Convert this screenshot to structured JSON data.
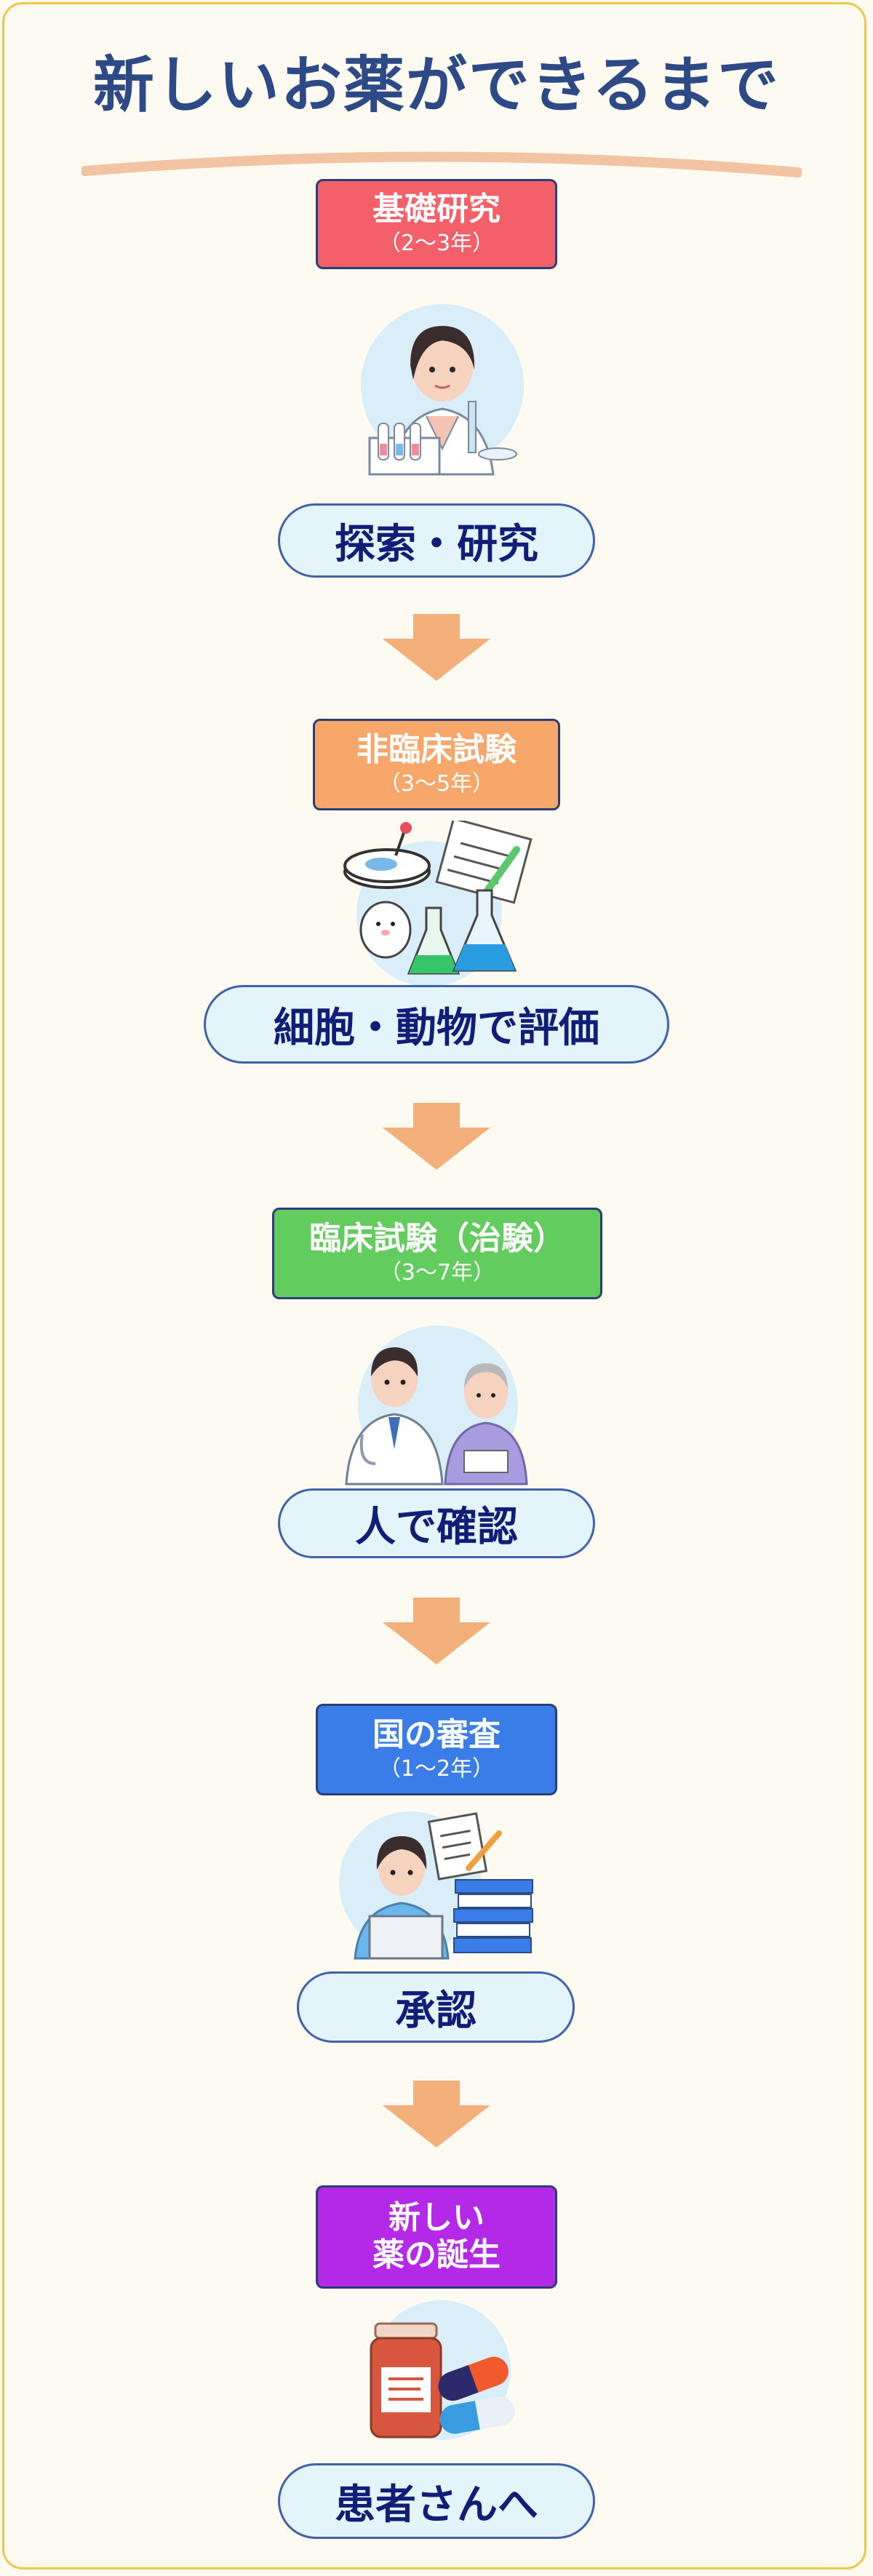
{
  "title": "新しいお薬ができるまで",
  "colors": {
    "accent_title": "#2d4a86",
    "frame": "#f0c64a",
    "arrow": "#f4b07a",
    "stage1": "#f4606a",
    "stage2": "#f8a76b",
    "stage3": "#62cc5f",
    "stage4": "#3a7de8",
    "stage5": "#b429e8"
  },
  "stages": [
    {
      "label_line1": "基礎研究",
      "label_line2": "（2～3年）",
      "illustration": "scientist-icon",
      "description": "探索・研究"
    },
    {
      "label_line1": "非臨床試験",
      "label_line2": "（3～5年）",
      "illustration": "lab-flasks-icon",
      "description": "細胞・動物で評価"
    },
    {
      "label_line1": "臨床試験（治験）",
      "label_line2": "（3～7年）",
      "illustration": "doctor-patient-icon",
      "description": "人で確認"
    },
    {
      "label_line1": "国の審査",
      "label_line2": "（1～2年）",
      "illustration": "reviewer-icon",
      "description": "承認"
    },
    {
      "label_line1": "新しい",
      "label_line2": "薬の誕生",
      "illustration": "medicine-icon",
      "description": "患者さんへ"
    }
  ]
}
